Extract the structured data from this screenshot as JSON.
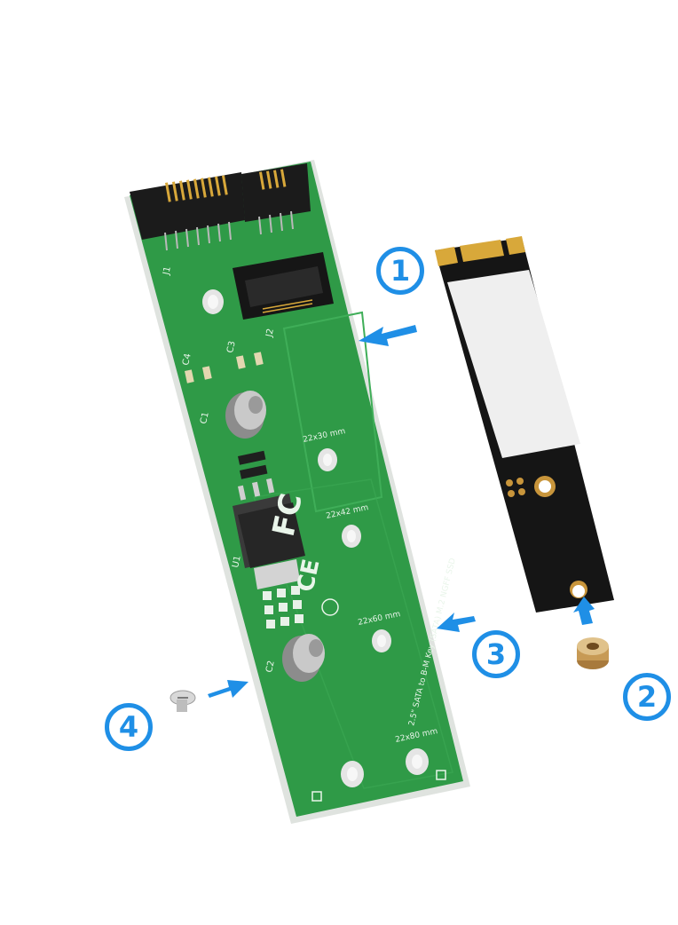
{
  "steps": [
    {
      "id": "1",
      "label": "1"
    },
    {
      "id": "2",
      "label": "2"
    },
    {
      "id": "3",
      "label": "3"
    },
    {
      "id": "4",
      "label": "4"
    }
  ],
  "board": {
    "connector_labels": {
      "j1": "J1",
      "j2": "J2",
      "u1": "U1"
    },
    "capacitor_labels": {
      "c1": "C1",
      "c2": "C2",
      "c3": "C3",
      "c4": "C4"
    },
    "length_marks": [
      "22x30 mm",
      "22x42 mm",
      "22x60 mm",
      "22x80 mm"
    ],
    "side_text": [
      "2.5\" SATA to B-M Key (SATA) M.2 NGFF SSD"
    ],
    "certification_marks": [
      "FC",
      "CE"
    ]
  },
  "colors": {
    "arrow_blue": "#1f8fe6",
    "pcb_green": "#2f9a47",
    "ssd_black": "#151515",
    "sata_connector": "#1b1b1b",
    "gold_contacts": "#d8a83a"
  }
}
